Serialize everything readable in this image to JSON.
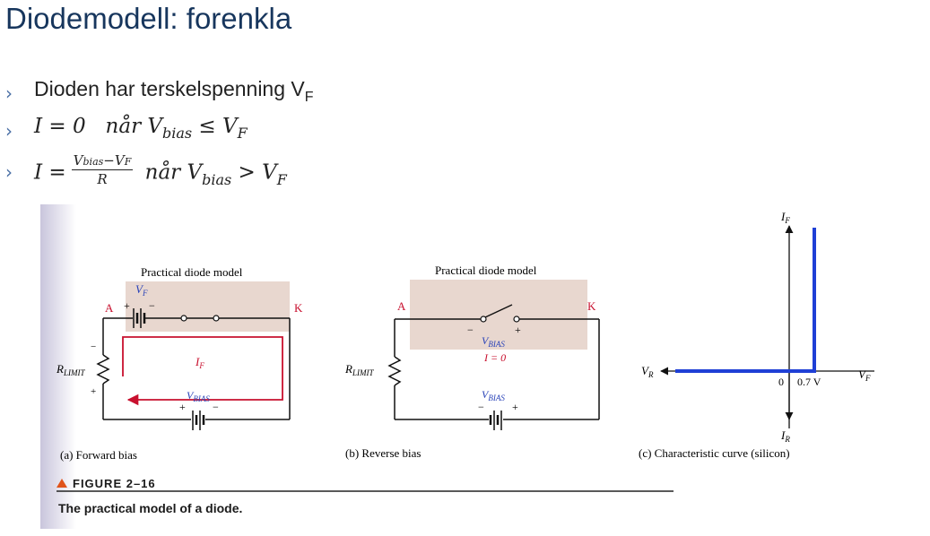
{
  "slide": {
    "title": "Diodemodell: forenkla",
    "bullet_mark": "›",
    "bullets": [
      {
        "text": "Dioden har terskelspenning V",
        "sub": "F"
      },
      {
        "math": "I = 0   når V",
        "sub": "bias",
        "rest": " ≤ V",
        "rest_sub": "F"
      },
      {
        "lhs": "I =",
        "num": "V",
        "num_sub": "bias",
        "num_mid": "−V",
        "num_sub2": "F",
        "den": "R",
        "rest": " når V",
        "rest_sub": "bias",
        "rest2": " > V",
        "rest2_sub": "F"
      }
    ]
  },
  "figure": {
    "panel_a": {
      "heading": "Practical diode model",
      "caption": "(a) Forward bias",
      "node_a": "A",
      "node_k": "K",
      "vf_label": "V",
      "vf_sub": "F",
      "plus": "+",
      "minus": "−",
      "current_label": "I",
      "current_sub": "F",
      "rlimit": "R",
      "rlimit_sub": "LIMIT",
      "vbias": "V",
      "vbias_sub": "BIAS"
    },
    "panel_b": {
      "heading": "Practical diode model",
      "caption": "(b) Reverse bias",
      "node_a": "A",
      "node_k": "K",
      "plus": "+",
      "minus": "−",
      "vbias": "V",
      "vbias_sub": "BIAS",
      "current": "I = 0",
      "rlimit": "R",
      "rlimit_sub": "LIMIT"
    },
    "panel_c": {
      "caption": "(c) Characteristic curve (silicon)",
      "if_label": "I",
      "if_sub": "F",
      "ir_label": "I",
      "ir_sub": "R",
      "vr_label": "V",
      "vr_sub": "R",
      "vf_label": "V",
      "vf_sub": "F",
      "origin": "0",
      "knee": "0.7 V",
      "knee_volts": 0.7,
      "curve_color": "#1f3fd6"
    },
    "figure_number": "FIGURE 2–16",
    "figure_caption": "The practical model of a diode.",
    "accent_color": "#c8102e"
  }
}
